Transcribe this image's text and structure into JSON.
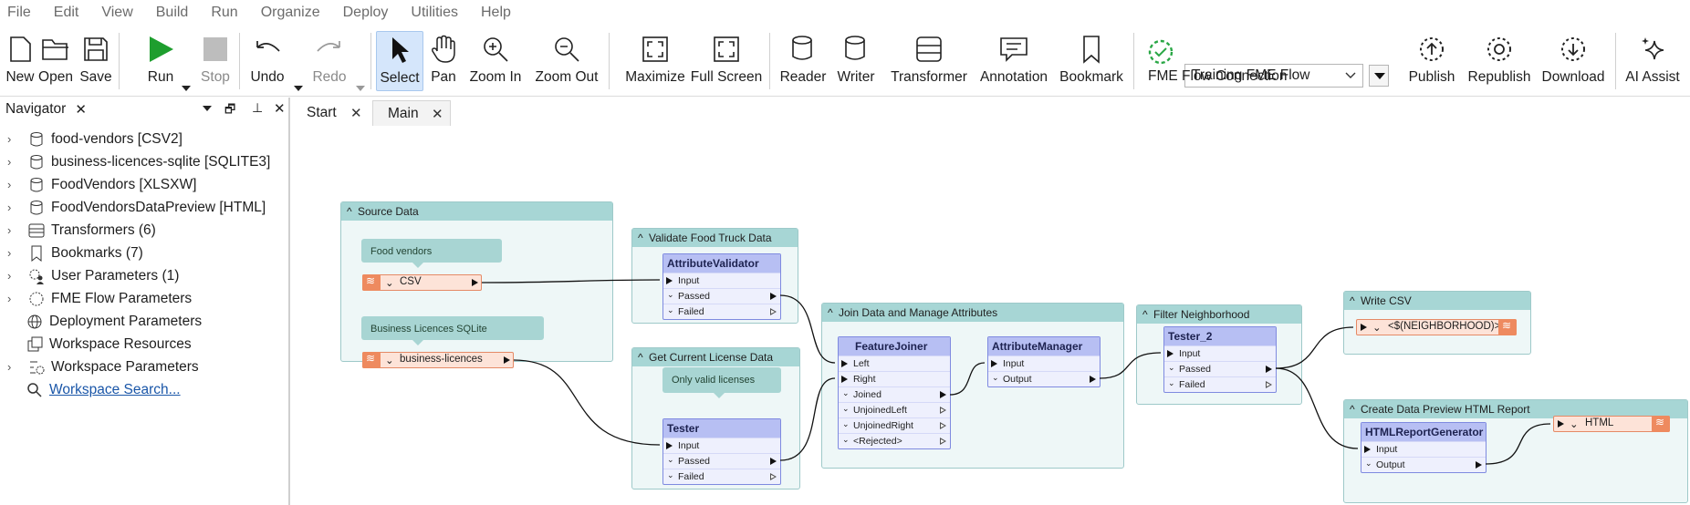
{
  "menu": [
    "File",
    "Edit",
    "View",
    "Build",
    "Run",
    "Organize",
    "Deploy",
    "Utilities",
    "Help"
  ],
  "toolbar": {
    "new": "New",
    "open": "Open",
    "save": "Save",
    "run": "Run",
    "stop": "Stop",
    "undo": "Undo",
    "redo": "Redo",
    "select": "Select",
    "pan": "Pan",
    "zoom_in": "Zoom In",
    "zoom_out": "Zoom Out",
    "maximize": "Maximize",
    "full_screen": "Full Screen",
    "reader": "Reader",
    "writer": "Writer",
    "transformer": "Transformer",
    "annotation": "Annotation",
    "bookmark": "Bookmark",
    "flow_connection": "FME Flow Connection",
    "flow_selected": "Training FME Flow",
    "publish": "Publish",
    "republish": "Republish",
    "download": "Download",
    "ai_assist": "AI Assist"
  },
  "navigator": {
    "title": "Navigator",
    "items": [
      {
        "label": "food-vendors [CSV2]",
        "icon": "database-icon",
        "expandable": true
      },
      {
        "label": "business-licences-sqlite [SQLITE3]",
        "icon": "database-icon",
        "expandable": true
      },
      {
        "label": "FoodVendors [XLSXW]",
        "icon": "database-write-icon",
        "expandable": true
      },
      {
        "label": "FoodVendorsDataPreview [HTML]",
        "icon": "database-write-icon",
        "expandable": true
      },
      {
        "label": "Transformers (6)",
        "icon": "transformer-icon",
        "expandable": true
      },
      {
        "label": "Bookmarks (7)",
        "icon": "bookmark-icon",
        "expandable": true
      },
      {
        "label": "User Parameters (1)",
        "icon": "user-parameters-icon",
        "expandable": true
      },
      {
        "label": "FME Flow Parameters",
        "icon": "flow-parameters-icon",
        "expandable": true
      },
      {
        "label": "Deployment Parameters",
        "icon": "globe-icon",
        "expandable": false
      },
      {
        "label": "Workspace Resources",
        "icon": "resources-icon",
        "expandable": false
      },
      {
        "label": "Workspace Parameters",
        "icon": "gear-icon",
        "expandable": true
      },
      {
        "label": "Workspace Search...",
        "icon": "search-icon",
        "expandable": false
      }
    ]
  },
  "tabs": [
    {
      "label": "Start"
    },
    {
      "label": "Main"
    }
  ],
  "canvas": {
    "bookmarks": {
      "source": "Source Data",
      "validate": "Validate Food Truck Data",
      "license": "Get Current License Data",
      "join": "Join Data and Manage Attributes",
      "filter": "Filter Neighborhood",
      "write_csv": "Write CSV",
      "report": "Create Data Preview HTML Report"
    },
    "annotations": {
      "food": "Food vendors",
      "biz": "Business Licences SQLite",
      "valid": "Only valid licenses"
    },
    "features": {
      "csv": "CSV",
      "biz": "business-licences",
      "writer_csv": "<$(NEIGHBORHOOD)>",
      "html": "HTML"
    },
    "transformers": {
      "validator": {
        "name": "AttributeValidator",
        "ports": [
          "Input",
          "Passed",
          "Failed"
        ]
      },
      "tester": {
        "name": "Tester",
        "ports": [
          "Input",
          "Passed",
          "Failed"
        ]
      },
      "joiner": {
        "name": "FeatureJoiner",
        "ports": [
          "Left",
          "Right",
          "Joined",
          "UnjoinedLeft",
          "UnjoinedRight",
          "<Rejected>"
        ]
      },
      "manager": {
        "name": "AttributeManager",
        "ports": [
          "Input",
          "Output"
        ]
      },
      "tester2": {
        "name": "Tester_2",
        "ports": [
          "Input",
          "Passed",
          "Failed"
        ]
      },
      "reportgen": {
        "name": "HTMLReportGenerator",
        "ports": [
          "Input",
          "Output"
        ]
      }
    }
  }
}
